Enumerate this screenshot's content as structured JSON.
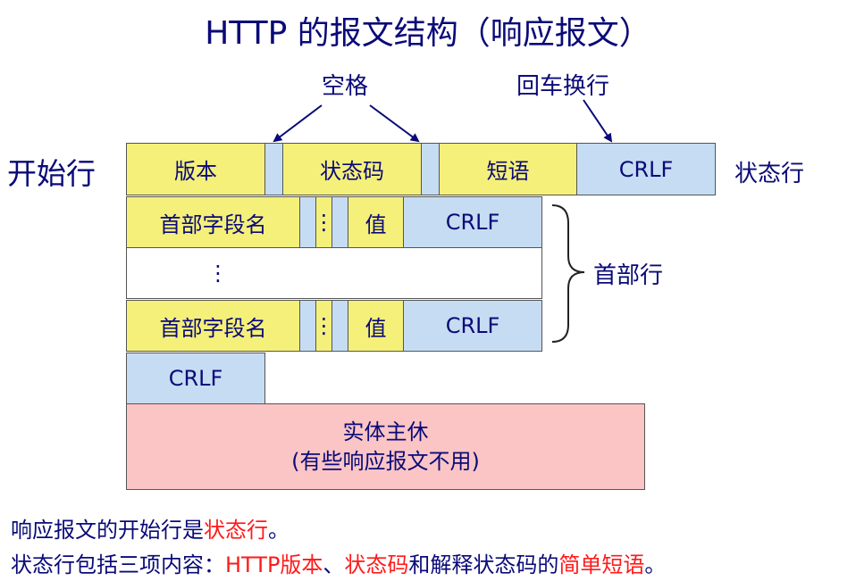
{
  "title": "HTTP 的报文结构（响应报文）",
  "annotations": {
    "space": "空格",
    "crlf_label": "回车换行"
  },
  "side_labels": {
    "start_line": "开始行",
    "status_line": "状态行",
    "header_lines": "首部行"
  },
  "status_line": {
    "version": "版本",
    "status_code": "状态码",
    "phrase": "短语",
    "crlf": "CRLF"
  },
  "header_rows": [
    {
      "field_name": "首部字段名",
      "sep": "⋮",
      "value": "值",
      "crlf": "CRLF"
    },
    {
      "field_name": "首部字段名",
      "sep": "⋮",
      "value": "值",
      "crlf": "CRLF"
    }
  ],
  "ellipsis": "⋮",
  "blank_crlf": "CRLF",
  "body": {
    "line1": "实体主休",
    "line2": "(有些响应报文不用)"
  },
  "notes": {
    "line1": {
      "part1": "响应报文的开始行是",
      "part2": "状态行",
      "part3": "。"
    },
    "line2": {
      "part1": "状态行包括三项内容：",
      "part2": "HTTP版本",
      "part3": "、",
      "part4": "状态码",
      "part5": "和解释状态码的",
      "part6": "简单短语",
      "part7": "。"
    }
  },
  "colors": {
    "text": "#0a0a78",
    "yellow": "#f5f07a",
    "blue": "#c6dcf3",
    "pink": "#fbc5c5",
    "highlight": "#ff1a1a"
  }
}
